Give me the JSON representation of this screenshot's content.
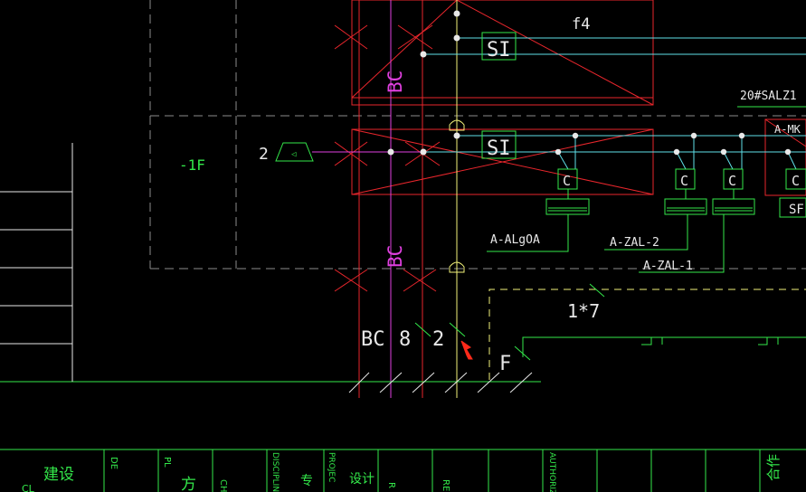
{
  "labels": {
    "f4": "f4",
    "si_top": "SI",
    "si_mid": "SI",
    "sal": "20#SALZ1",
    "mk": "A-MK",
    "floor": "-1F",
    "plug_count": "2",
    "bc_upper": "BC",
    "bc_lower": "BC",
    "c1": "C",
    "c2": "C",
    "c3": "C",
    "c4": "C",
    "sf": "SF",
    "alg": "A-ALgOA",
    "zal2": "A-ZAL-2",
    "zal1": "A-ZAL-1",
    "qty": "1*7",
    "bc_bottom": "BC",
    "n8": "8",
    "n2": "2",
    "F": "F"
  },
  "title_block": {
    "t1": "建设",
    "t1b": "CL",
    "t2": "DE",
    "t3": "方",
    "t3b": "PL",
    "t4": "CH",
    "t5": "DISCIPLIN",
    "t5b": "专",
    "t6": "PROJEC",
    "t6b": "设计",
    "t7": "R",
    "t8": "RE",
    "t9": "AUTHORIZ",
    "t10": "合作"
  },
  "colors": {
    "background": "#000000",
    "red": "#e8262c",
    "magenta": "#e040e0",
    "yellow": "#f2f27a",
    "cyan": "#5fe0e8",
    "green": "#33e84a",
    "grey_dash": "#8c8c8c",
    "white": "#e8e8e8",
    "cursor": "#ff2a1a"
  }
}
